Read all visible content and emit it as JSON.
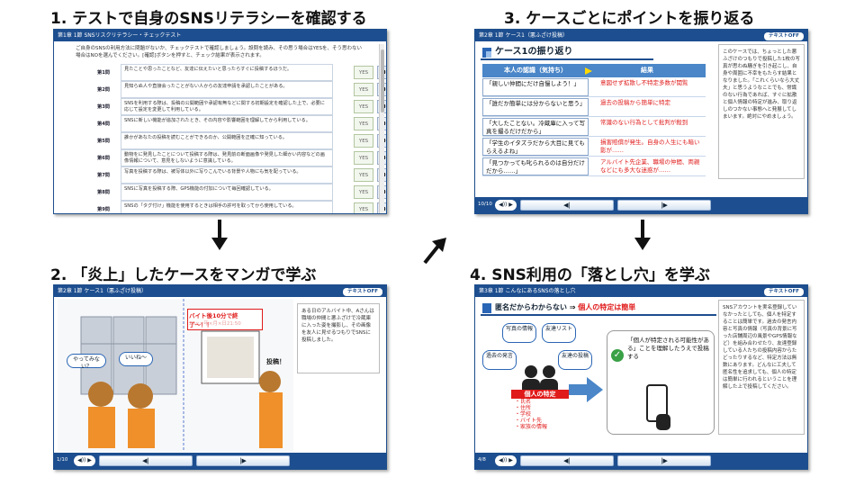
{
  "headings": {
    "h1": "1. テストで自身のSNSリテラシーを確認する",
    "h2": "2. 「炎上」したケースをマンガで学ぶ",
    "h3": "3. ケースごとにポイントを振り返る",
    "h4": "4. SNS利用の「落とし穴」を学ぶ"
  },
  "shot1": {
    "title": "第1章 1節 SNSリスクリテラシー・チェックテスト",
    "intro": "ご自身のSNSの利用方法に問題がないか、チェックテストで確認しましょう。設問を読み、その思う場合はYESを、そう思わない場合はNOを選んでください。[確認]ボタンを押すと、チェック結果が表示されます。",
    "yes_label": "YES",
    "no_label": "NO",
    "rows": [
      {
        "num": "第1問",
        "text": "見たことや思ったことなど、友達に伝えたいと思ったらすぐに投稿するほうだ。"
      },
      {
        "num": "第2問",
        "text": "見知らぬ人や直接会ったことがない人からの友達申請を承認したことがある。"
      },
      {
        "num": "第3問",
        "text": "SNSを利用する際は、投稿の公開範囲や承認有無などに関する初期設定を確認した上で、必要に応じて設定を変更して利用している。"
      },
      {
        "num": "第4問",
        "text": "SNSに新しい機能が追加されたとき、その内容や影響範囲を理解してから利用している。"
      },
      {
        "num": "第5問",
        "text": "誰かがあなたの投稿を読むことができるのか、公開範囲を正確に知っている。"
      },
      {
        "num": "第6問",
        "text": "動物をに発見したことについて投稿する際は、発見前の断面画像や発見した細かい内容などの画像情報について、意見をしないように意識している。"
      },
      {
        "num": "第7問",
        "text": "写真を投稿する際は、被写体以外に写りこんでいる背景や人物にも気を配っている。"
      },
      {
        "num": "第8問",
        "text": "SNSに写真を投稿する際、GPS機能の付加について毎回確認している。"
      },
      {
        "num": "第9問",
        "text": "SNSの「タグ付け」機能を使用するときは相手の許可を取ってから使用している。"
      }
    ]
  },
  "shot2": {
    "title": "第2章 1節 ケース1（悪ふざけ投稿）",
    "toggle": "テキストOFF",
    "page": "1/10",
    "speech1": "やってみない？",
    "speech2": "いいね〜",
    "photo_caption": "バイト後10分で終了〜！！",
    "photo_date": "20××年×月×日21:50",
    "post_label": "投稿！",
    "side_text": "ある日のアルバイト中、Aさんは職場の仲間と悪ふざけで冷蔵庫に入った姿を撮影し、その画像を友人に見せるつもりでSNSに投稿しました。"
  },
  "shot3": {
    "title": "第2章 1節 ケース1（悪ふざけ投稿）",
    "toggle": "テキストOFF",
    "page": "10/10",
    "heading": "ケース1の振り返り",
    "col_left": "本人の認識（気持ち）",
    "col_right": "結果",
    "rows": [
      {
        "left": "「親しい仲間にだけ自慢しよう！」",
        "right": "意図せず拡散し不特定多数が閲覧"
      },
      {
        "left": "「誰だか簡単には分からないと思う」",
        "right": "過去の投稿から簡単に特定"
      },
      {
        "left": "「大したことない。冷蔵庫に入って写真を撮るだけだから」",
        "right": "常識のない行為として批判が殺到"
      },
      {
        "left": "「学生のイタズラだから大目に見てもらえるよね」",
        "right": "損害賠償が発生。自身の人生にも暗い影が……"
      },
      {
        "left": "「見つかっても叱られるのは自分だけだから……」",
        "right": "アルバイト先企業、職場の仲間、両親などにも多大な迷惑が……"
      }
    ],
    "side_text": "このケースでは、ちょっとした悪ふざけのつもりで投稿した1枚の写真が思わぬ騒ぎを引き起こし、自身や周囲に不幸をもたらす結果となりました。「これくらいなら大丈夫」と思うようなことでも、常識のない行為であれば、すぐに拡散と個人情報の特定が進み、取り返しのつかない事態へと発展してしまいます。絶対にやめましょう。"
  },
  "shot4": {
    "title": "第3章 1節 こんなにあるSNSの落とし穴",
    "toggle": "テキストOFF",
    "page": "4/8",
    "heading_a": "匿名だからわからない",
    "heading_b": "個人の特定は簡単",
    "bubbles": [
      "写真の情報",
      "友達リスト",
      "過去の発言",
      "友達の投稿"
    ],
    "identify_label": "個人の特定",
    "identify_items": [
      "・氏名",
      "・住所",
      "・学校",
      "・バイト先",
      "・家族の情報"
    ],
    "card_text": "「個人が特定される可能性がある」ことを理解したうえで投稿する",
    "side_text": "SNSアカウントを実名登録していなかったとしても、個人を特定することは簡単です。過去の発言内容と写真の情報（写真の背景に写った店舗周辺の風景やGPS情報など）を組み合わせたり、友達登録している人たちの投稿内容からたどったりするなど、特定方法は無数にあります。どんなに工夫して匿名性を追求しても、個人の特定は簡単に行われるということを理解した上で投稿してください。"
  },
  "nav": {
    "audio": "◀)) ▶",
    "prev": "◀|",
    "next": "|▶"
  },
  "colors": {
    "frame_blue": "#1d4e8f",
    "accent_red": "#e01a1a",
    "header_blue": "#4a86c8"
  }
}
